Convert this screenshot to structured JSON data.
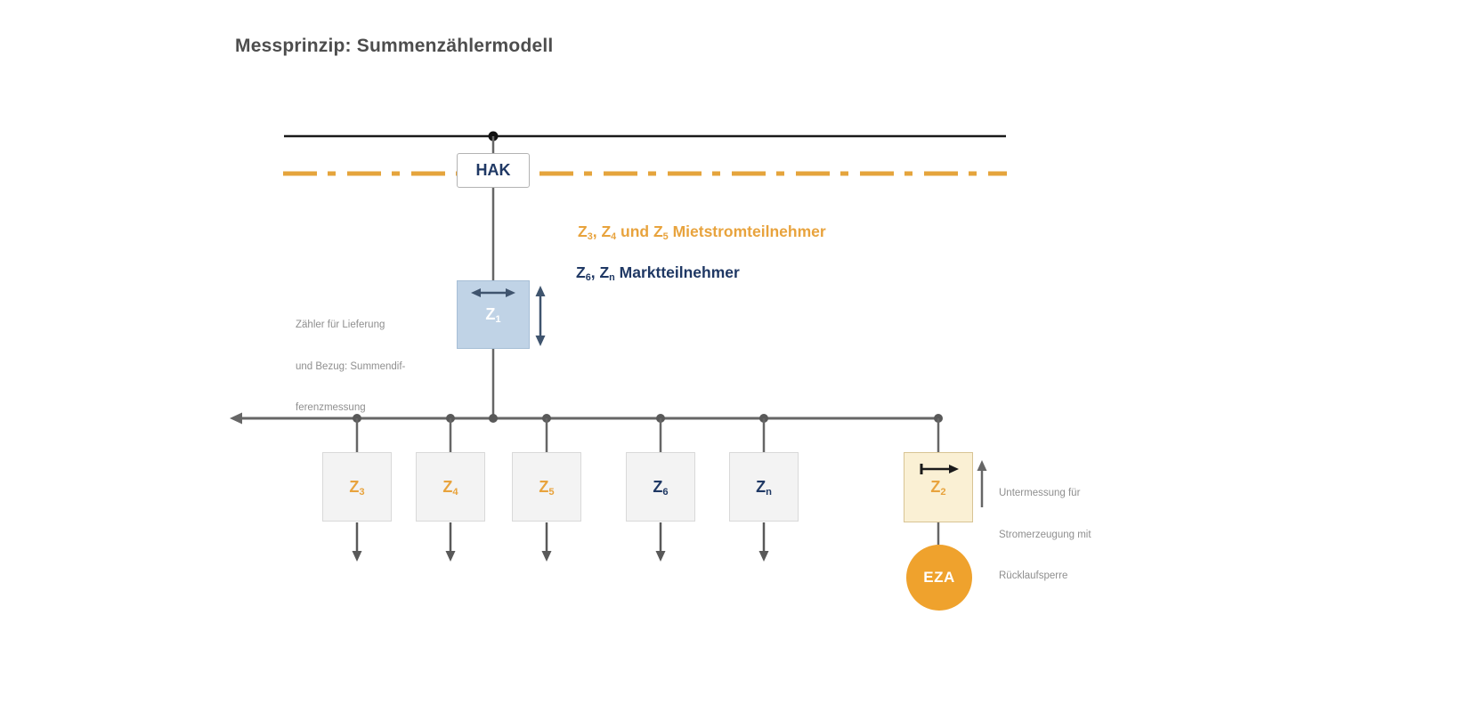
{
  "page": {
    "title": "Messprinzip: Summenzählermodell"
  },
  "colors": {
    "orange_accent": "#e8a33d",
    "navy": "#1f3864",
    "meter_box_gray": "#f3f3f3",
    "z1_box_blue": "#c0d3e6",
    "z2_box_cream": "#faf0d4",
    "eza_orange": "#efa22d",
    "wire_gray": "#666666",
    "grid_line_black": "#1a1a1a",
    "note_gray": "#8f8f8f",
    "title_gray": "#4d4d4d"
  },
  "diagram": {
    "hak": {
      "label": "HAK"
    },
    "z1": {
      "base": "Z",
      "sub": "1"
    },
    "z1_note": {
      "line1": "Zähler für Lieferung",
      "line2": "und Bezug: Summendif-",
      "line3": "ferenzmessung"
    },
    "legend": {
      "mieterstrom": {
        "p0": "Z",
        "s0": "3",
        "p1": ", Z",
        "s1": "4",
        "p2": " und Z",
        "s2": "5",
        "p3": " Mietstromteilnehmer"
      },
      "markt": {
        "p0": "Z",
        "s0": "6",
        "p1": ", Z",
        "s1": "n",
        "p2": " Marktteilnehmer"
      }
    },
    "meters": {
      "z3": {
        "base": "Z",
        "sub": "3"
      },
      "z4": {
        "base": "Z",
        "sub": "4"
      },
      "z5": {
        "base": "Z",
        "sub": "5"
      },
      "z6": {
        "base": "Z",
        "sub": "6"
      },
      "zn": {
        "base": "Z",
        "sub": "n"
      },
      "z2": {
        "base": "Z",
        "sub": "2"
      }
    },
    "z2_note": {
      "line1": "Untermessung für",
      "line2": "Stromerzeugung mit",
      "line3": "Rücklaufsperre"
    },
    "eza": {
      "label": "EZA"
    }
  }
}
